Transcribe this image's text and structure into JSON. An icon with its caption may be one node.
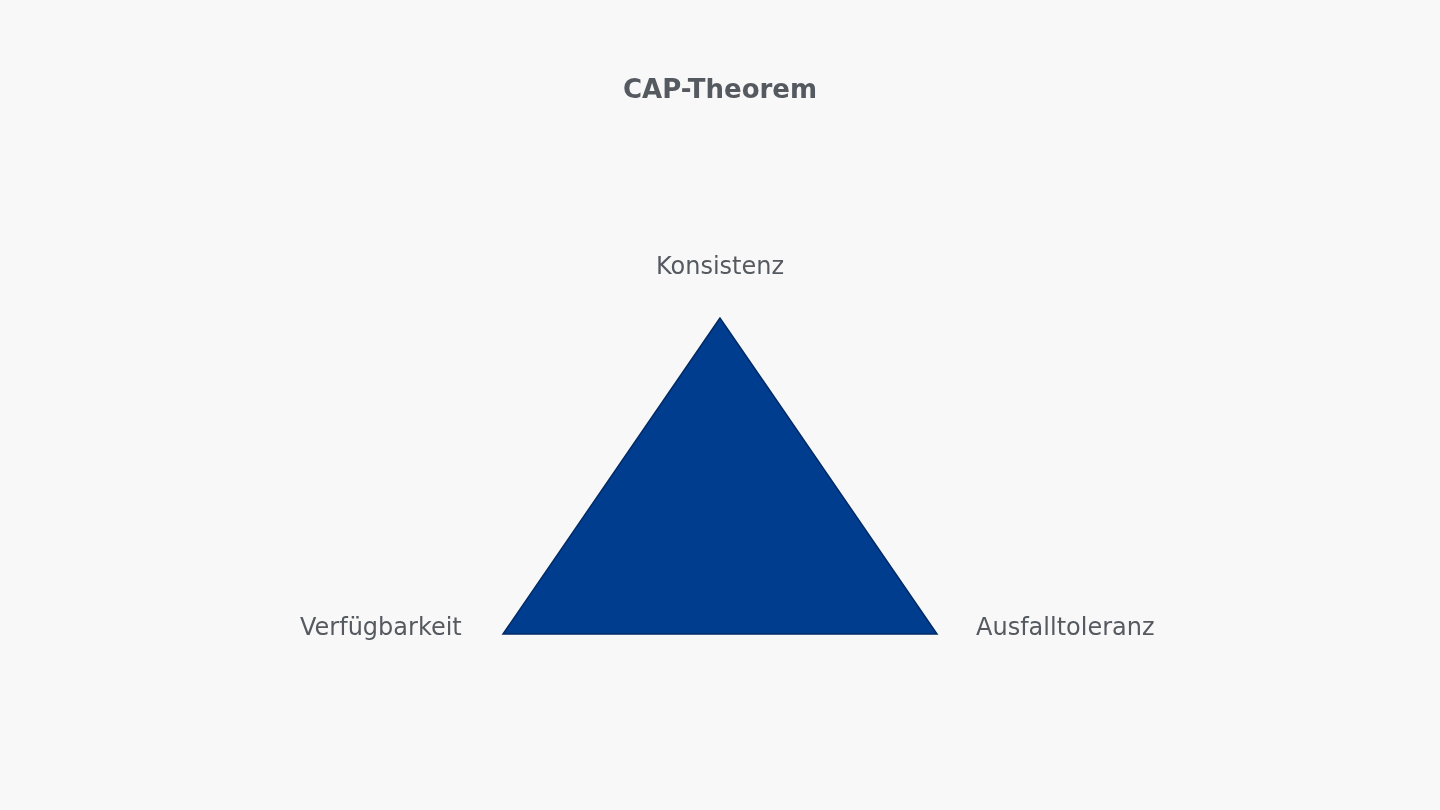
{
  "diagram": {
    "title": "CAP-Theorem",
    "nodes": [
      {
        "text": [],
        "shape": "triangle"
      }
    ],
    "labels": [
      "Konsistenz",
      "Verfügbarkeit",
      "Ausfalltoleranz"
    ]
  }
}
